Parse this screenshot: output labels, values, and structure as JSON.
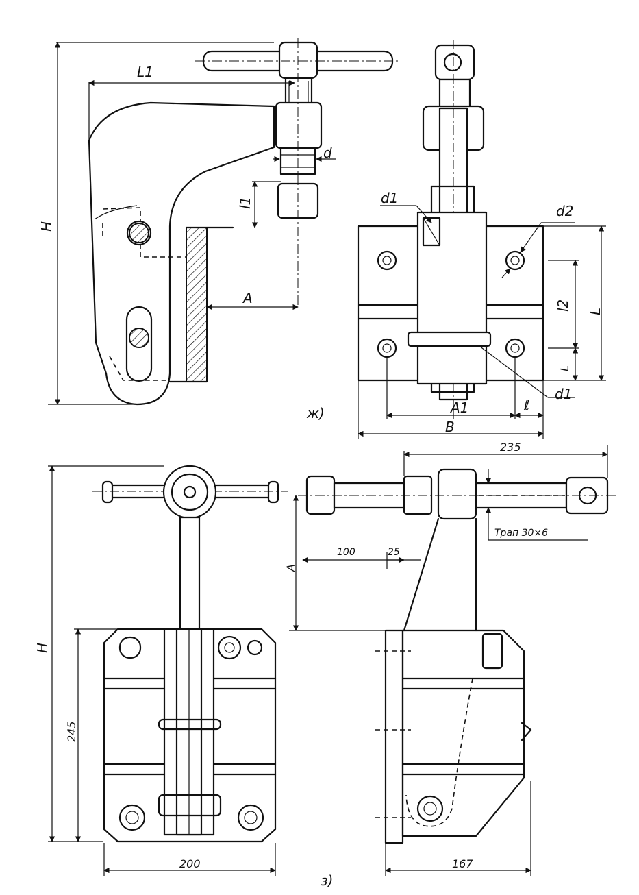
{
  "view_zh": {
    "caption": "ж)",
    "labels": {
      "L1": "L1",
      "H": "H",
      "d": "d",
      "l1": "l1",
      "A": "A",
      "d1_top": "d1",
      "d2": "d2",
      "l2": "l2",
      "L": "L",
      "l_small": "L",
      "d1_bottom": "d1",
      "A1": "A1",
      "l": "ℓ",
      "B": "B"
    }
  },
  "view_z": {
    "caption": "з)",
    "labels": {
      "H": "H",
      "dim_245": "245",
      "dim_200": "200",
      "A": "A",
      "dim_100": "100",
      "dim_25": "25",
      "dim_235": "235",
      "thread": "Трап 30×6",
      "dim_167": "167"
    }
  }
}
